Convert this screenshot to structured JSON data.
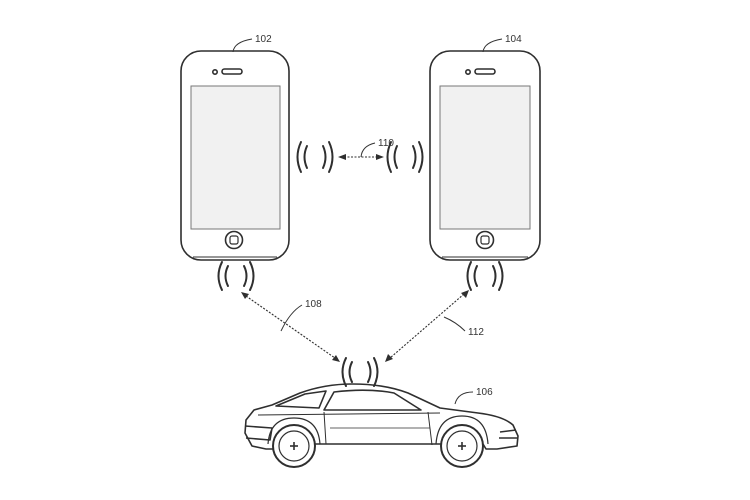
{
  "labels": {
    "phone_left": "102",
    "phone_right": "104",
    "vehicle": "106",
    "link_left": "108",
    "link_phones": "110",
    "link_right": "112"
  },
  "colors": {
    "line": "#2f2f2f",
    "screen_fill": "#f1f1f1",
    "screen_stroke": "#777777"
  }
}
